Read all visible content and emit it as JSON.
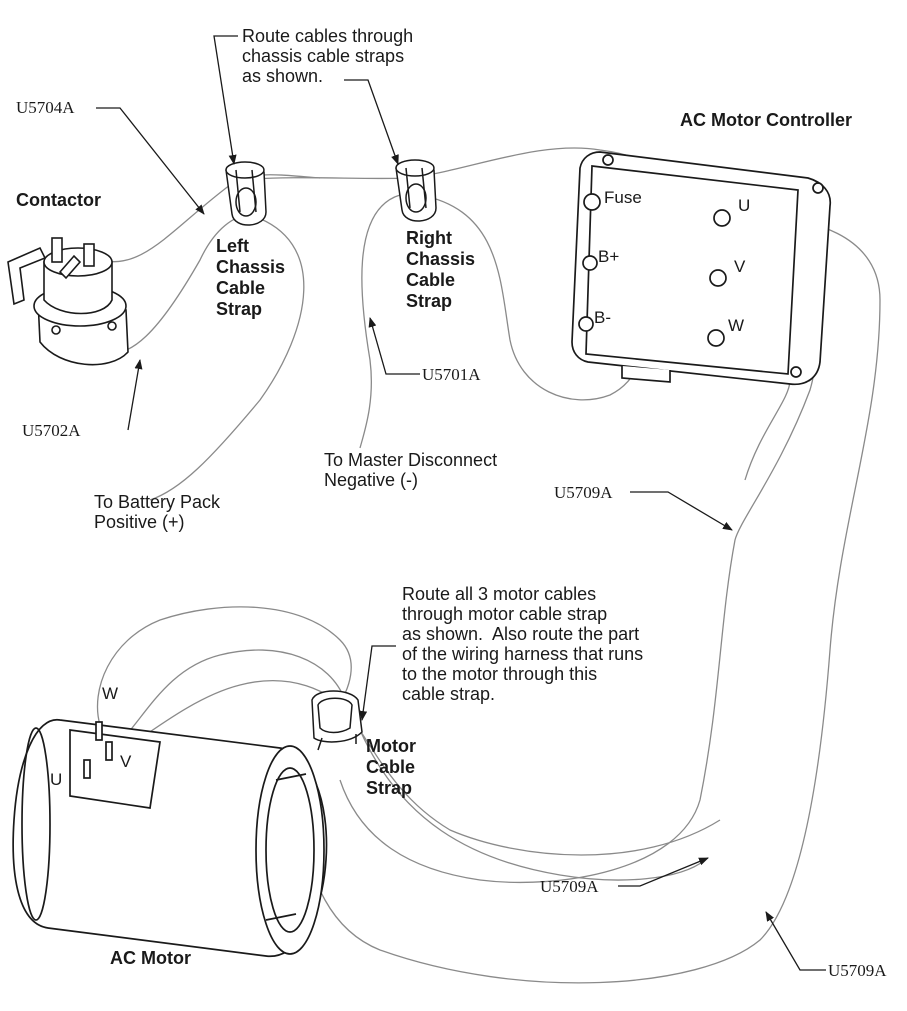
{
  "components": {
    "contactor": "Contactor",
    "ac_motor_controller": "AC Motor Controller",
    "ac_motor": "AC Motor",
    "left_strap": "Left\nChassis\nCable\nStrap",
    "right_strap": "Right\nChassis\nCable\nStrap",
    "motor_strap": "Motor\nCable\nStrap"
  },
  "notes": {
    "route_chassis": "Route cables through\nchassis cable straps\nas shown.",
    "route_motor": "Route all 3 motor cables\nthrough motor cable strap\nas shown.  Also route the part\nof the wiring harness that runs\nto the motor through this\ncable strap.",
    "battery": "To Battery Pack\nPositive (+)",
    "master_disconnect": "To Master Disconnect\nNegative (-)"
  },
  "cables": {
    "u5704a": "U5704A",
    "u5702a": "U5702A",
    "u5701a": "U5701A",
    "u5709a_top": "U5709A",
    "u5709a_mid": "U5709A",
    "u5709a_bottom": "U5709A"
  },
  "controller_terminals": {
    "fuse": "Fuse",
    "b_plus": "B+",
    "b_minus": "B-",
    "u": "U",
    "v": "V",
    "w": "W"
  },
  "motor_terminals": {
    "w": "W",
    "v": "V",
    "u": "U"
  },
  "colors": {
    "line": "#1a1a1a",
    "cable": "#8a8a8a"
  }
}
